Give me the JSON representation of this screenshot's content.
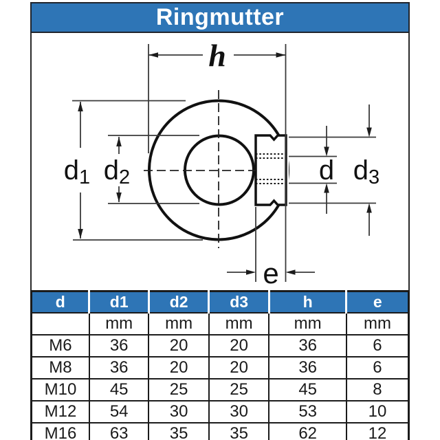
{
  "title": "Ringmutter",
  "colors": {
    "accent_blue": "#2E75B6",
    "outline": "#111111",
    "dimension_line": "#3a3a3a",
    "table_border": "#1b1b1b"
  },
  "diagram": {
    "labels": {
      "h": "h",
      "d1": {
        "main": "d",
        "sub": "1"
      },
      "d2": {
        "main": "d",
        "sub": "2"
      },
      "d": "d",
      "d3": {
        "main": "d",
        "sub": "3"
      },
      "e": "e"
    }
  },
  "table": {
    "headers": [
      "d",
      "d1",
      "d2",
      "d3",
      "h",
      "e"
    ],
    "units": [
      "",
      "mm",
      "mm",
      "mm",
      "mm",
      "mm"
    ],
    "rows": [
      [
        "M6",
        "36",
        "20",
        "20",
        "36",
        "6"
      ],
      [
        "M8",
        "36",
        "20",
        "20",
        "36",
        "6"
      ],
      [
        "M10",
        "45",
        "25",
        "25",
        "45",
        "8"
      ],
      [
        "M12",
        "54",
        "30",
        "30",
        "53",
        "10"
      ],
      [
        "M16",
        "63",
        "35",
        "35",
        "62",
        "12"
      ]
    ]
  }
}
